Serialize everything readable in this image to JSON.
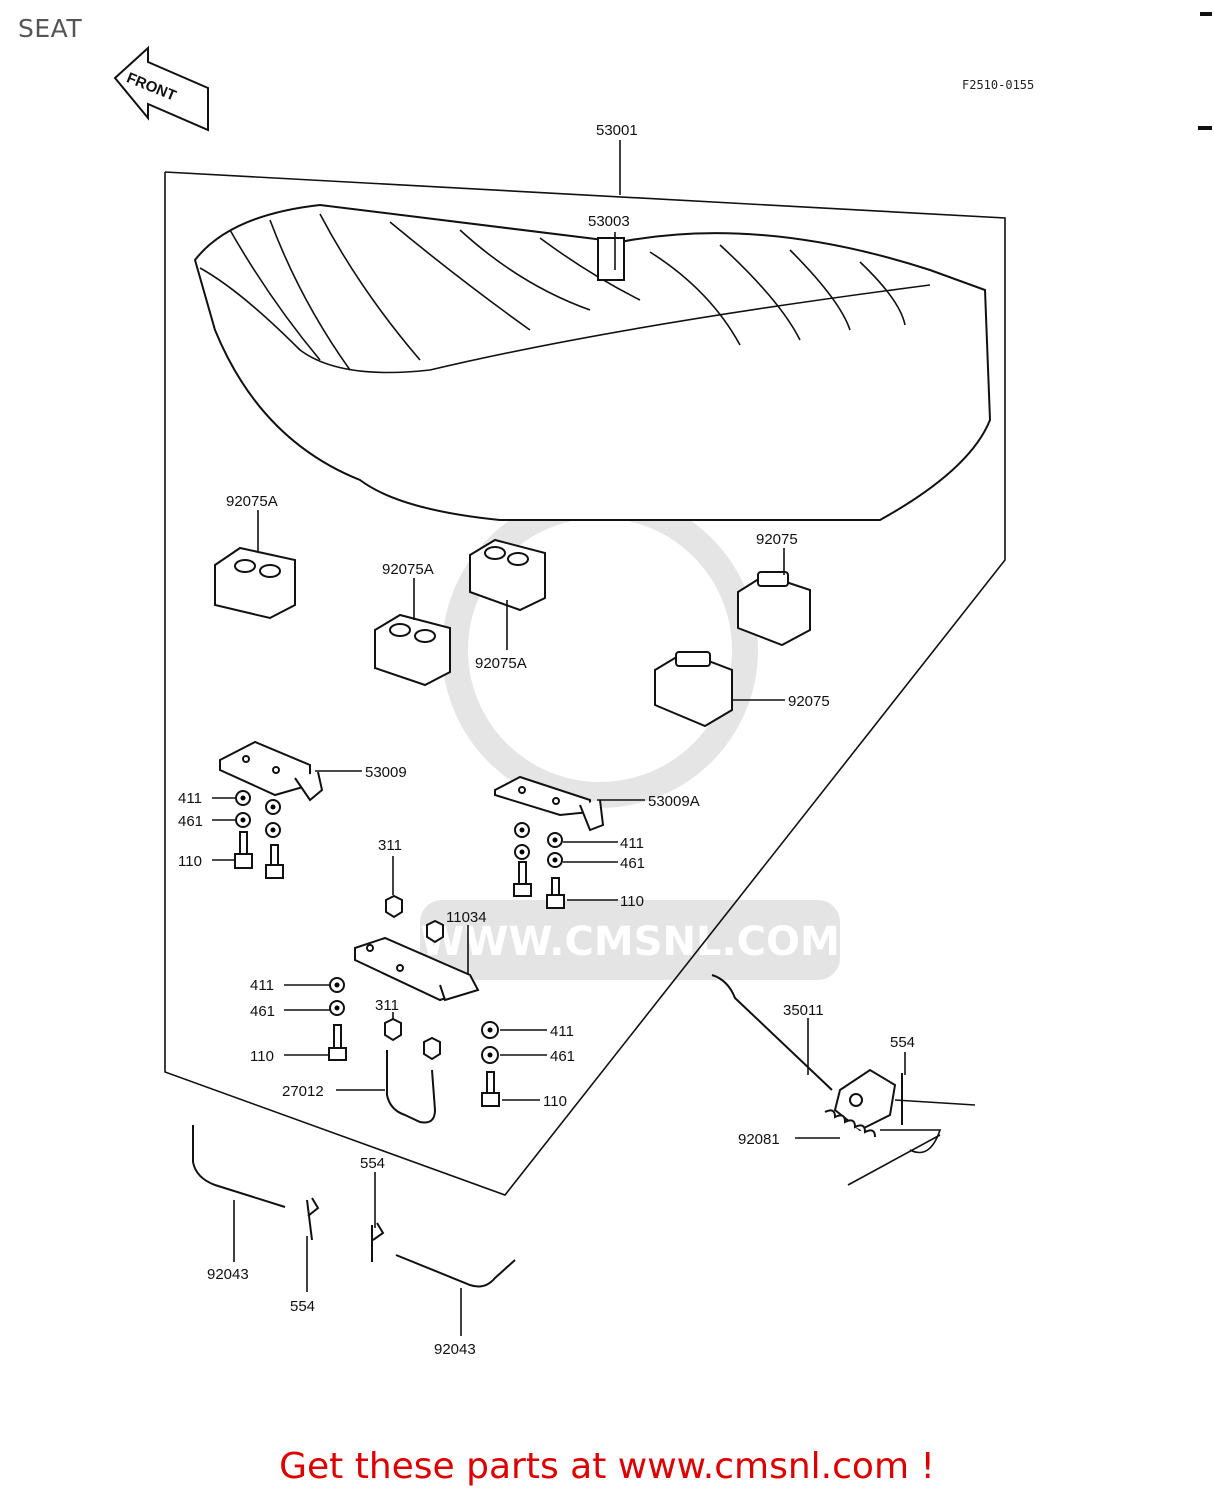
{
  "page": {
    "title": "SEAT",
    "ref_code": "F2510-0155",
    "footer": "Get these parts at www.cmsnl.com !"
  },
  "arrow": {
    "label": "FRONT"
  },
  "watermark": {
    "text": "WWW.CMSNL.COM"
  },
  "callouts": [
    {
      "id": "53001",
      "label": "53001"
    },
    {
      "id": "53003",
      "label": "53003"
    },
    {
      "id": "92075A-1",
      "label": "92075A"
    },
    {
      "id": "92075A-2",
      "label": "92075A"
    },
    {
      "id": "92075A-3",
      "label": "92075A"
    },
    {
      "id": "92075-1",
      "label": "92075"
    },
    {
      "id": "92075-2",
      "label": "92075"
    },
    {
      "id": "53009",
      "label": "53009"
    },
    {
      "id": "53009A",
      "label": "53009A"
    },
    {
      "id": "411-1",
      "label": "411"
    },
    {
      "id": "461-1",
      "label": "461"
    },
    {
      "id": "110-1",
      "label": "110"
    },
    {
      "id": "311-1",
      "label": "311"
    },
    {
      "id": "11034",
      "label": "11034"
    },
    {
      "id": "411-2",
      "label": "411"
    },
    {
      "id": "461-2",
      "label": "461"
    },
    {
      "id": "110-2",
      "label": "110"
    },
    {
      "id": "411-3",
      "label": "411"
    },
    {
      "id": "461-3",
      "label": "461"
    },
    {
      "id": "110-3",
      "label": "110"
    },
    {
      "id": "311-2",
      "label": "311"
    },
    {
      "id": "411-4",
      "label": "411"
    },
    {
      "id": "461-4",
      "label": "461"
    },
    {
      "id": "110-4",
      "label": "110"
    },
    {
      "id": "27012",
      "label": "27012"
    },
    {
      "id": "35011",
      "label": "35011"
    },
    {
      "id": "554-1",
      "label": "554"
    },
    {
      "id": "92081",
      "label": "92081"
    },
    {
      "id": "554-2",
      "label": "554"
    },
    {
      "id": "92043-1",
      "label": "92043"
    },
    {
      "id": "554-3",
      "label": "554"
    },
    {
      "id": "92043-2",
      "label": "92043"
    }
  ]
}
